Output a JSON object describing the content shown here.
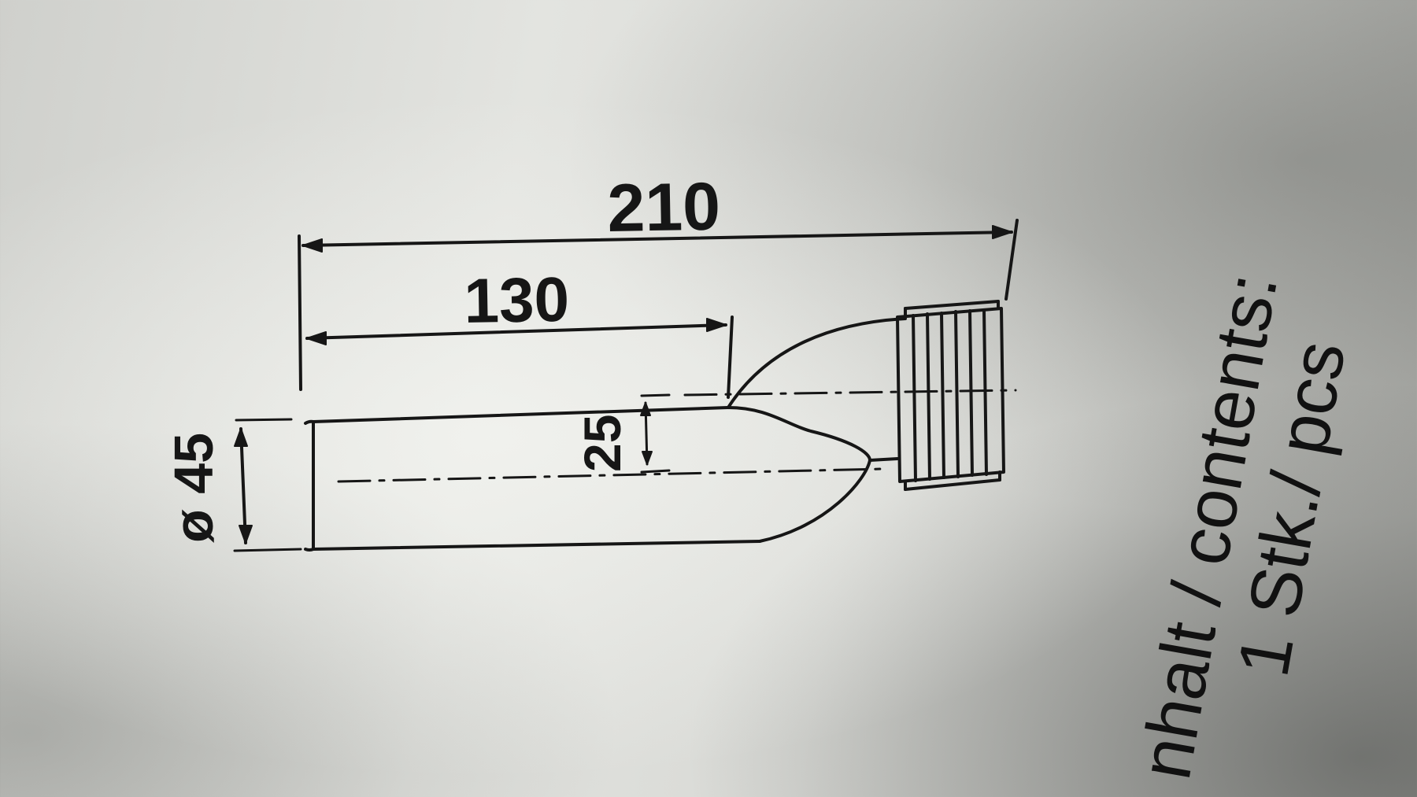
{
  "drawing": {
    "dimensions": {
      "overall_length": "210",
      "body_length": "130",
      "offset": "25",
      "diameter": "ø 45"
    }
  },
  "label": {
    "contents_heading": "nhalt / contents:",
    "quantity": "1 Stk./ pcs"
  },
  "colors": {
    "ink": "#161616",
    "paper": "#e3e4e0"
  }
}
